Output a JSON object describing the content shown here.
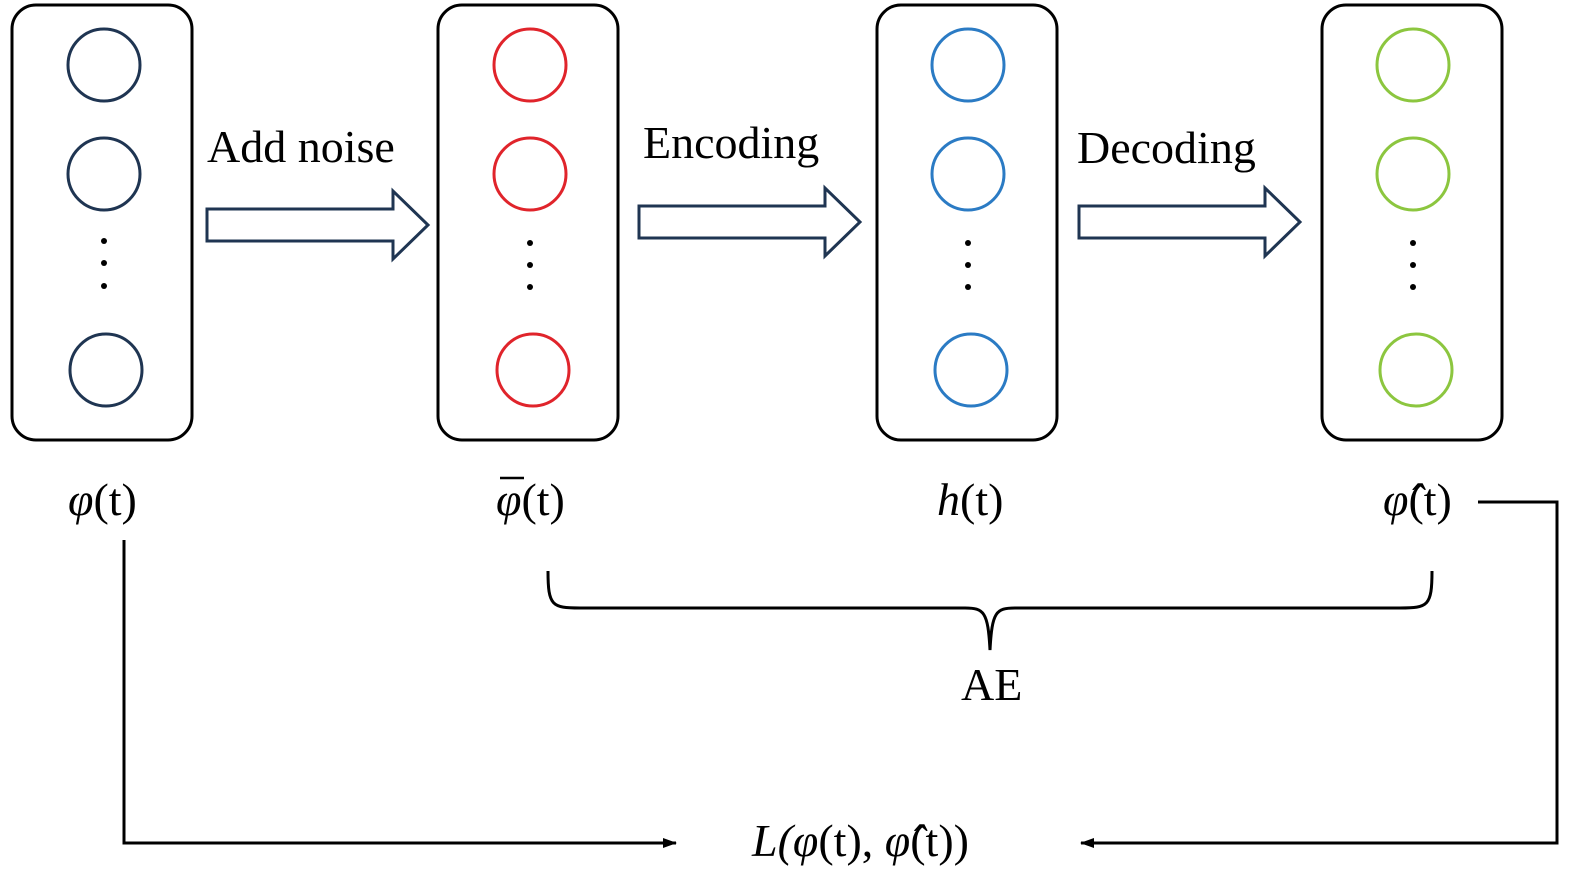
{
  "colors": {
    "layer_input": "#1f3552",
    "layer_noisy": "#e0242b",
    "layer_hidden": "#2b7bc4",
    "layer_output": "#8cc63f",
    "arrow_outline": "#1f3552",
    "line": "#000000"
  },
  "arrows": {
    "add_noise": "Add noise",
    "encoding": "Encoding",
    "decoding": "Decoding"
  },
  "layers": {
    "input": {
      "var": "φ",
      "arg": "(t)"
    },
    "noisy": {
      "var": "φ",
      "arg": "(t)"
    },
    "hidden": {
      "var": "h",
      "arg": "(t)"
    },
    "output": {
      "var": "φ̂",
      "arg": "(t)"
    }
  },
  "brace_label": "AE",
  "loss": {
    "open": "L(",
    "phi": "φ",
    "t1": "(t)",
    "comma": ", ",
    "phihat": "φ̂",
    "t2": "(t)",
    "close": ")"
  }
}
